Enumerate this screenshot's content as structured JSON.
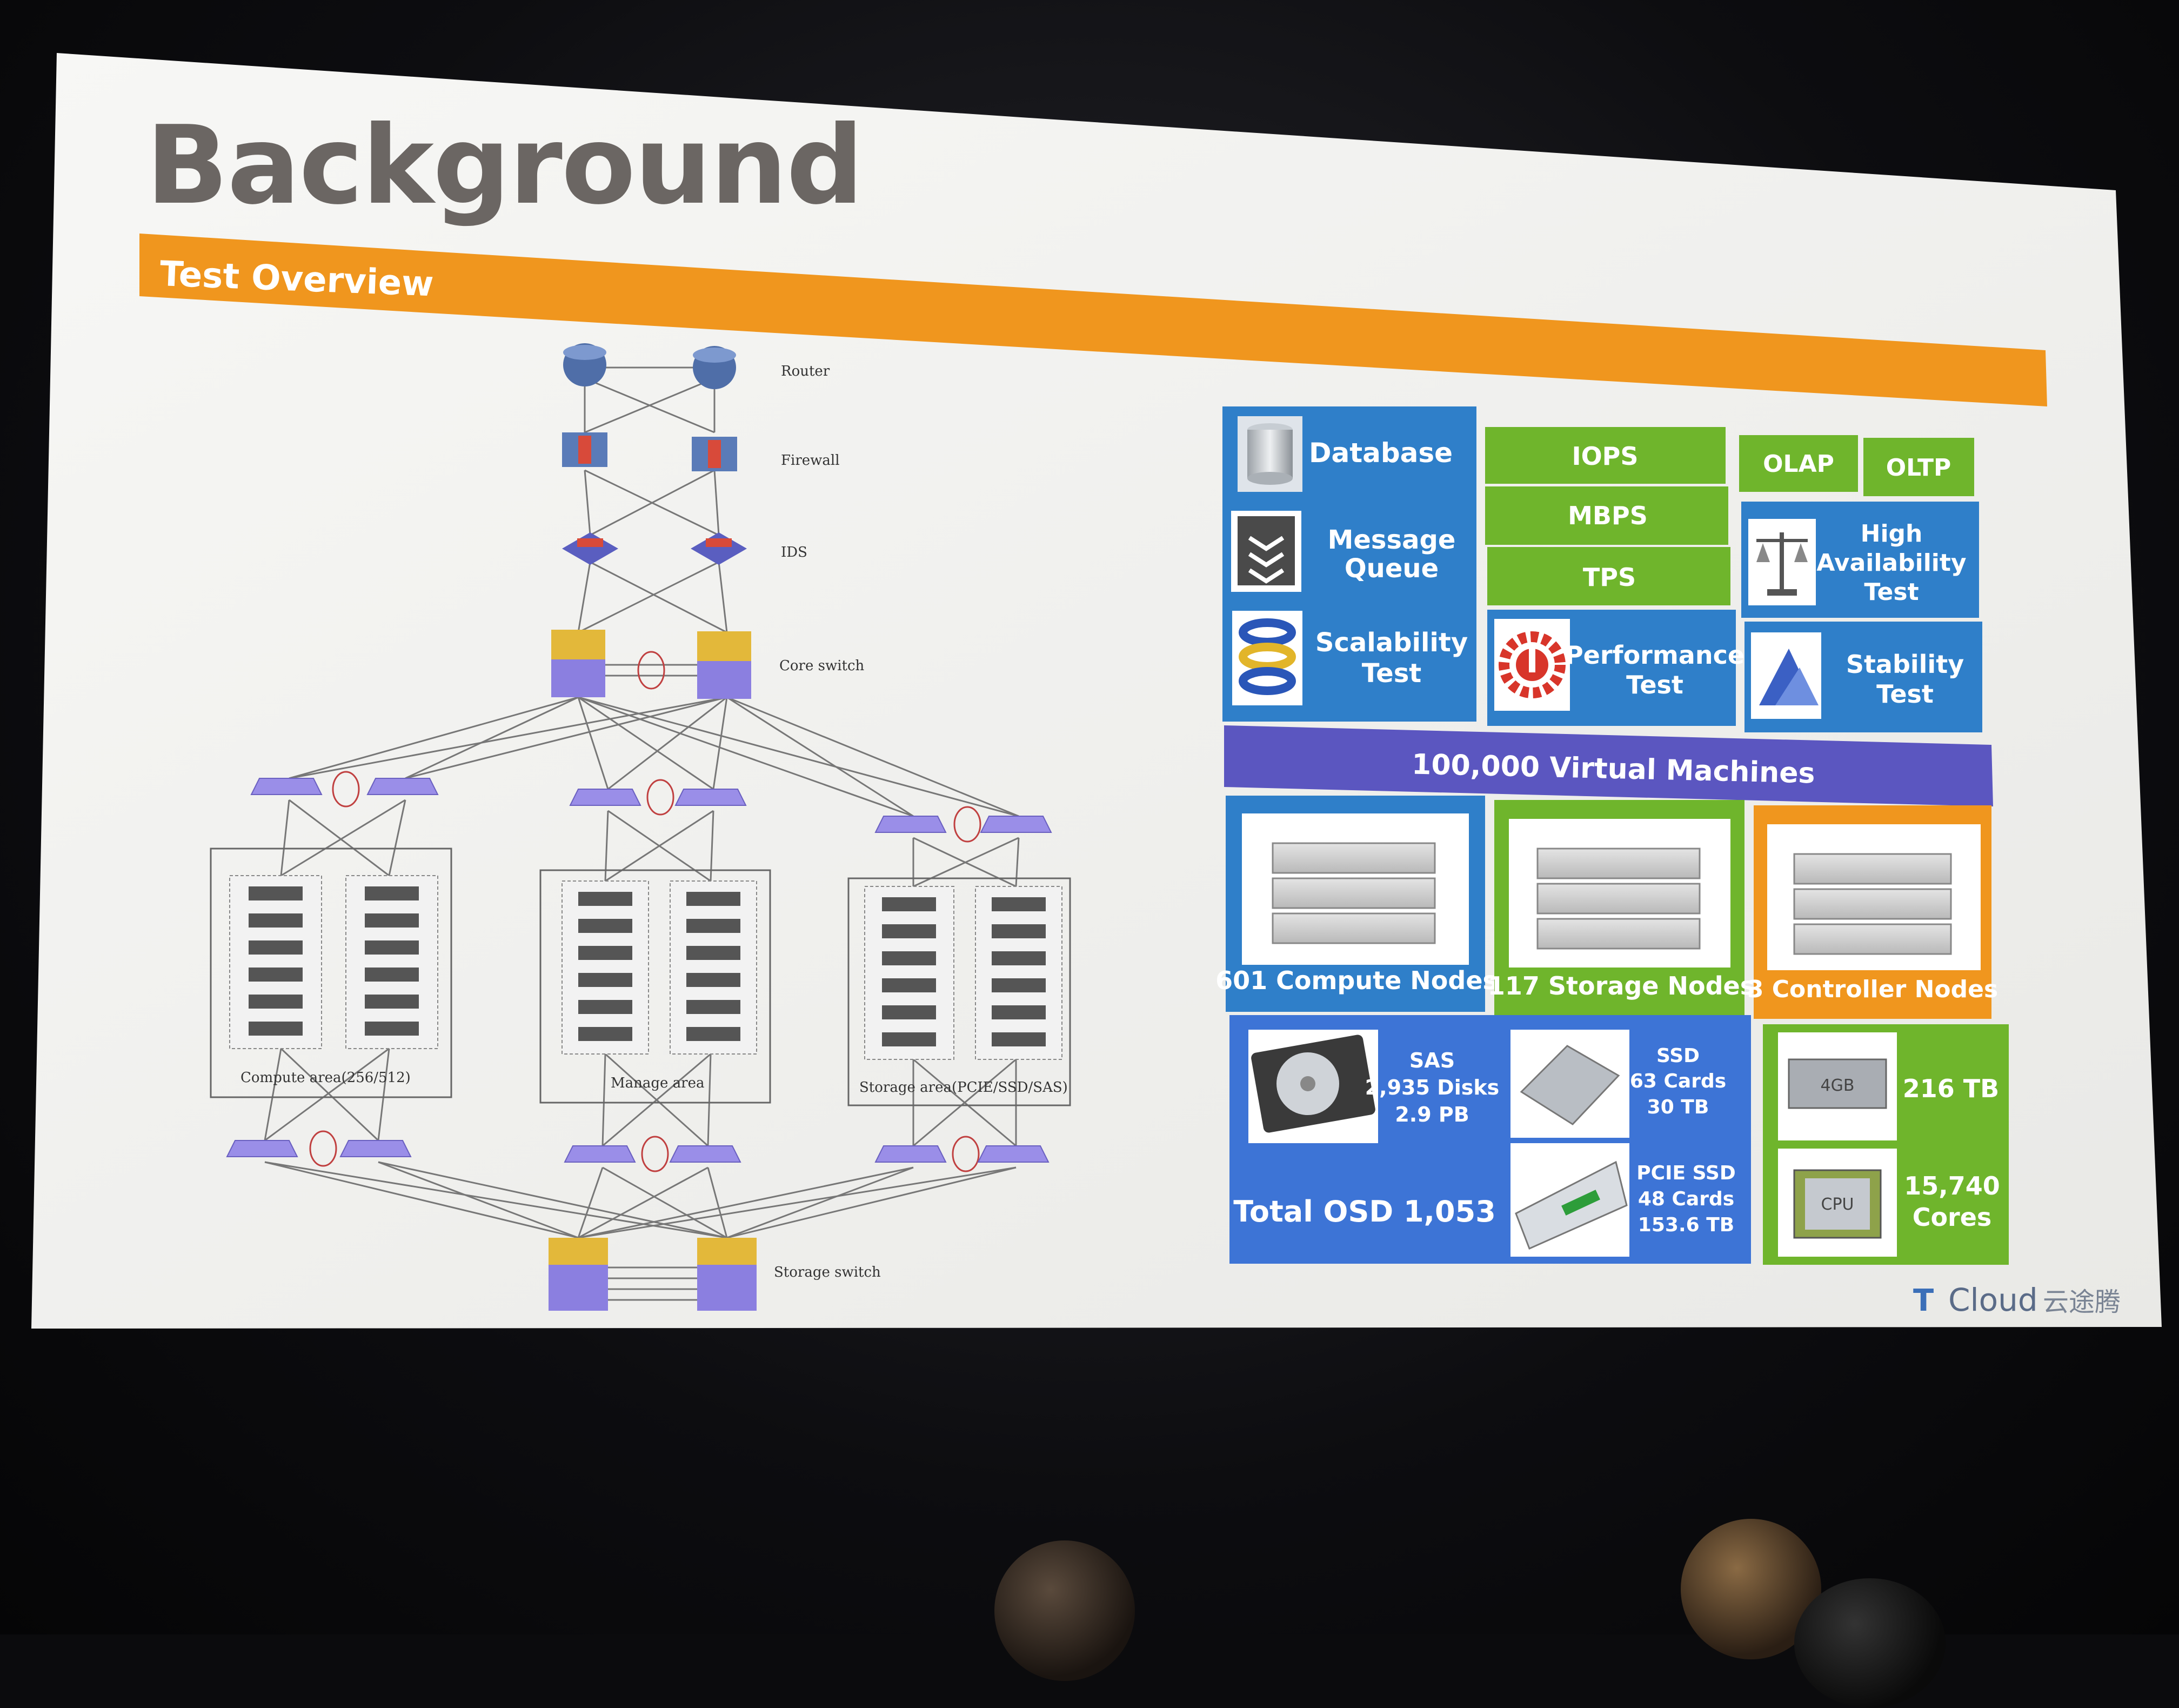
{
  "slide": {
    "title": "Background",
    "section_bar": "Test Overview",
    "footer_logo": "Cloud",
    "footer_logo_cn": "云途腾"
  },
  "network": {
    "labels": {
      "router": "Router",
      "firewall": "Firewall",
      "ids": "IDS",
      "core_switch": "Core switch",
      "storage_switch": "Storage switch",
      "compute_area": "Compute area(256/512)",
      "manage_area": "Manage area",
      "storage_area": "Storage area(PCIE/SSD/SAS)"
    }
  },
  "tiles": {
    "database": "Database",
    "message_queue": [
      "Message",
      "Queue"
    ],
    "scalability": [
      "Scalability",
      "Test"
    ],
    "iops": "IOPS",
    "mbps": "MBPS",
    "tps": "TPS",
    "performance": [
      "Performance",
      "Test"
    ],
    "olap": "OLAP",
    "oltp": "OLTP",
    "high_availability": [
      "High",
      "Availability",
      "Test"
    ],
    "stability": [
      "Stability",
      "Test"
    ],
    "virtual_machines": "100,000 Virtual Machines",
    "compute_nodes": "601 Compute Nodes",
    "storage_nodes": "117 Storage Nodes",
    "controller_nodes": "3 Controller Nodes",
    "sas": [
      "SAS",
      "2,935 Disks",
      "2.9 PB"
    ],
    "ssd": [
      "SSD",
      "63 Cards",
      "30 TB"
    ],
    "pcie_ssd": [
      "PCIE SSD",
      "48 Cards",
      "153.6 TB"
    ],
    "total_osd": "Total OSD 1,053",
    "memory": "216 TB",
    "cpu": [
      "15,740",
      "Cores"
    ],
    "ram_chip": "4GB",
    "cpu_chip": "CPU"
  },
  "colors": {
    "orange": "#f0961e",
    "blue": "#2f7fc9",
    "green": "#6fb52c",
    "purple": "#5b56c0",
    "slide_bg": "#f4f4f2"
  }
}
